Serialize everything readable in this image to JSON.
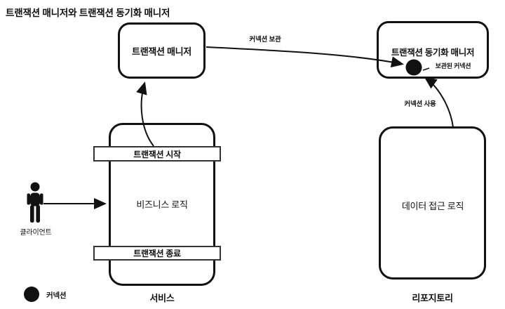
{
  "title": "트랜잭션 매니저와 트랜잭션 동기화 매니저",
  "colors": {
    "ink": "#111111",
    "background": "#ffffff"
  },
  "nodes": {
    "transaction_manager": {
      "label": "트랜잭션 매니저"
    },
    "sync_manager": {
      "label": "트랜잭션 동기화 매니저",
      "stored_connection": "보관된 커넥션"
    },
    "service": {
      "caption": "서비스",
      "business_logic": "비즈니스 로직",
      "tx_start": "트랜잭션 시작",
      "tx_end": "트랜잭션 종료"
    },
    "repository": {
      "caption": "리포지토리",
      "data_access_logic": "데이터 접근 로직"
    },
    "client": {
      "label": "클라이언트"
    }
  },
  "edges": {
    "store_connection": "커넥션 보관",
    "use_connection": "커넥션 사용"
  },
  "legend": {
    "connection": "커넥션"
  }
}
